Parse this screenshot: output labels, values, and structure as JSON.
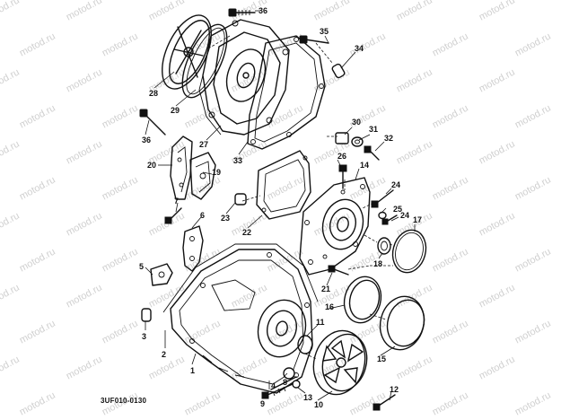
{
  "watermark": "motod.ru",
  "diagram_code": "3UF010-0130",
  "callouts": [
    {
      "id": "c1",
      "text": "1"
    },
    {
      "id": "c2",
      "text": "2"
    },
    {
      "id": "c3",
      "text": "3"
    },
    {
      "id": "c4",
      "text": "4"
    },
    {
      "id": "c5",
      "text": "5"
    },
    {
      "id": "c6",
      "text": "6"
    },
    {
      "id": "c7",
      "text": "7"
    },
    {
      "id": "c8",
      "text": "8"
    },
    {
      "id": "c9",
      "text": "9"
    },
    {
      "id": "c10",
      "text": "10"
    },
    {
      "id": "c11",
      "text": "11"
    },
    {
      "id": "c12",
      "text": "12"
    },
    {
      "id": "c13",
      "text": "13"
    },
    {
      "id": "c14",
      "text": "14"
    },
    {
      "id": "c15",
      "text": "15"
    },
    {
      "id": "c16",
      "text": "16"
    },
    {
      "id": "c17",
      "text": "17"
    },
    {
      "id": "c18",
      "text": "18"
    },
    {
      "id": "c19",
      "text": "19"
    },
    {
      "id": "c20",
      "text": "20"
    },
    {
      "id": "c21",
      "text": "21"
    },
    {
      "id": "c22",
      "text": "22"
    },
    {
      "id": "c23",
      "text": "23"
    },
    {
      "id": "c24a",
      "text": "24"
    },
    {
      "id": "c24b",
      "text": "24"
    },
    {
      "id": "c25",
      "text": "25"
    },
    {
      "id": "c26",
      "text": "26"
    },
    {
      "id": "c27",
      "text": "27"
    },
    {
      "id": "c28",
      "text": "28"
    },
    {
      "id": "c29",
      "text": "29"
    },
    {
      "id": "c30",
      "text": "30"
    },
    {
      "id": "c31",
      "text": "31"
    },
    {
      "id": "c32",
      "text": "32"
    },
    {
      "id": "c33",
      "text": "33"
    },
    {
      "id": "c34",
      "text": "34"
    },
    {
      "id": "c35",
      "text": "35"
    },
    {
      "id": "c36a",
      "text": "36"
    },
    {
      "id": "c36b",
      "text": "36"
    }
  ]
}
